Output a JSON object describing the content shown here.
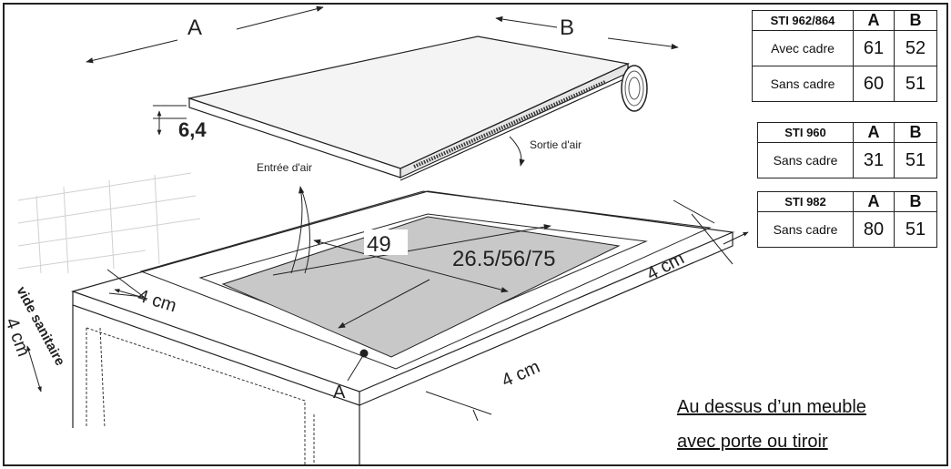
{
  "labels": {
    "dim_A": "A",
    "dim_B": "B",
    "thickness": "6,4",
    "air_out": "Sortie d'air",
    "air_in": "Entrée d'air",
    "width_49": "49",
    "depth": "26.5/56/75",
    "clear_left": "4 cm",
    "clear_right": "4 cm",
    "clear_front": "4 cm",
    "clear_side": "4 cm",
    "vide_sanitaire": "vide sanitaire",
    "point_A": "A"
  },
  "tables": [
    {
      "model": "STI 962/864",
      "col_a": "A",
      "col_b": "B",
      "rows": [
        {
          "label": "Avec cadre",
          "a": "61",
          "b": "52"
        },
        {
          "label": "Sans cadre",
          "a": "60",
          "b": "51"
        }
      ]
    },
    {
      "model": "STI 960",
      "col_a": "A",
      "col_b": "B",
      "rows": [
        {
          "label": "Sans cadre",
          "a": "31",
          "b": "51"
        }
      ]
    },
    {
      "model": "STI 982",
      "col_a": "A",
      "col_b": "B",
      "rows": [
        {
          "label": "Sans cadre",
          "a": "80",
          "b": "51"
        }
      ]
    }
  ],
  "caption": {
    "line1": "Au dessus d’un meuble",
    "line2": "avec porte ou tiroir"
  },
  "colors": {
    "line": "#222222",
    "cutout": "#c8c8c8",
    "tile": "#cfcfcf"
  }
}
